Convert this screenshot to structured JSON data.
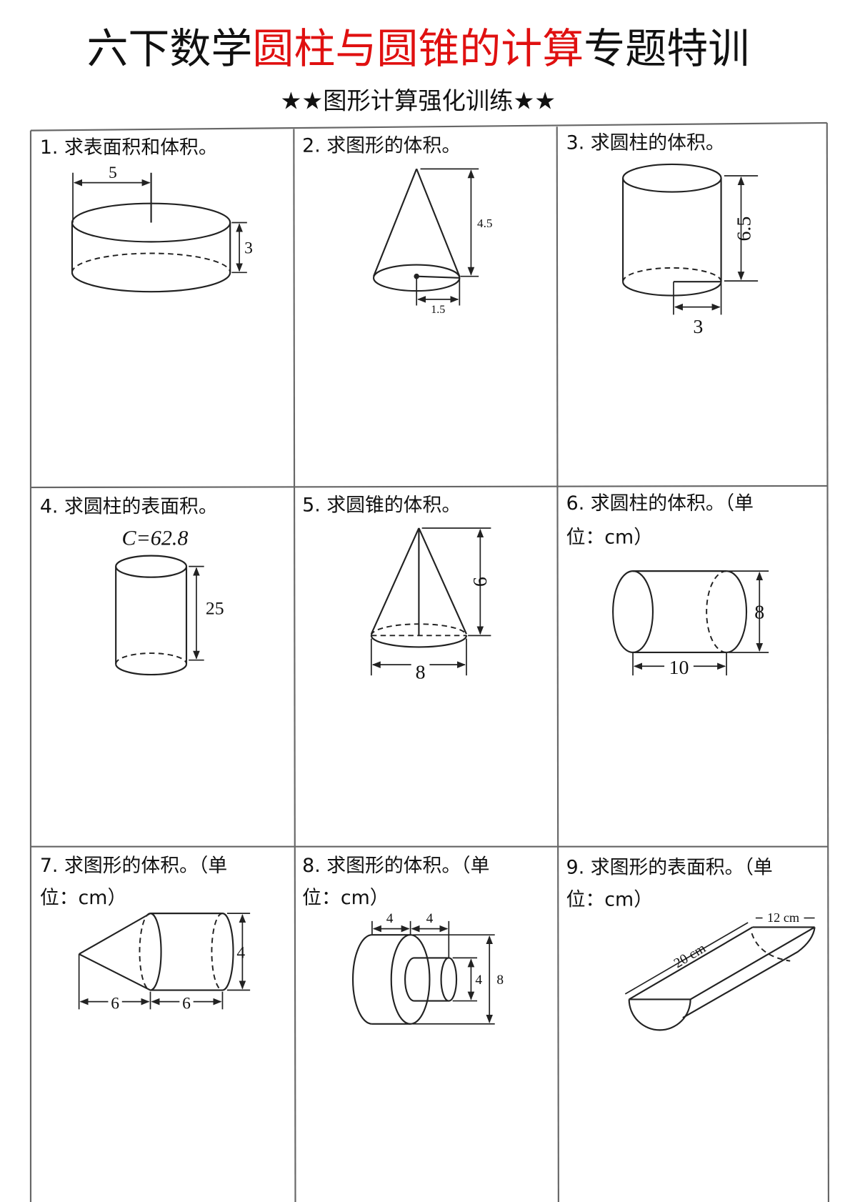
{
  "header": {
    "title_prefix": "六下数学",
    "title_highlight": "圆柱与圆锥的计算",
    "title_suffix": "专题特训",
    "subtitle": "★★图形计算强化训练★★"
  },
  "colors": {
    "highlight": "#e01010",
    "text": "#111111"
  },
  "problems": [
    {
      "line1": "1. 求表面积和体积。",
      "labels": [
        "5",
        "3"
      ]
    },
    {
      "line1": "2. 求图形的体积。",
      "labels": [
        "4.5",
        "1.5"
      ]
    },
    {
      "line1": "3. 求圆柱的体积。",
      "labels": [
        "6.5",
        "3"
      ]
    },
    {
      "line1": "4. 求圆柱的表面积。",
      "labels": [
        "C=62.8",
        "25"
      ]
    },
    {
      "line1": "5. 求圆锥的体积。",
      "labels": [
        "6",
        "8"
      ]
    },
    {
      "line1": "6. 求圆柱的体积。（单",
      "line2": "位：cm）",
      "labels": [
        "8",
        "10"
      ]
    },
    {
      "line1": "7. 求图形的体积。（单",
      "line2": "位：cm）",
      "labels": [
        "4",
        "6",
        "6"
      ]
    },
    {
      "line1": "8. 求图形的体积。（单",
      "line2": "位：cm）",
      "labels": [
        "4",
        "4",
        "4",
        "8"
      ]
    },
    {
      "line1": "9. 求图形的表面积。（单",
      "line2": "位：cm）",
      "labels": [
        "20 cm",
        "12 cm"
      ]
    }
  ]
}
